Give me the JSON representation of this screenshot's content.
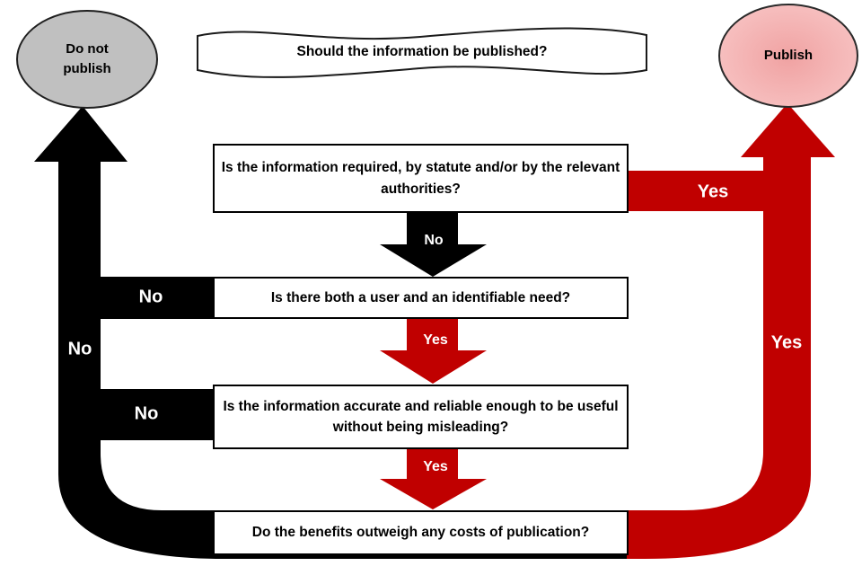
{
  "banner": {
    "title": "Should the information be published?"
  },
  "terminals": {
    "do_not_publish": {
      "label": "Do not publish"
    },
    "publish": {
      "label": "Publish"
    }
  },
  "questions": {
    "q1": "Is the information required, by statute and/or by the relevant authorities?",
    "q2": "Is there both a user and an identifiable need?",
    "q3": "Is the information accurate and reliable enough to be useful without being misleading?",
    "q4": "Do the benefits outweigh any costs of publication?"
  },
  "labels": {
    "q1_yes": "Yes",
    "q1_no": "No",
    "q2_yes": "Yes",
    "q2_no": "No",
    "q3_yes": "Yes",
    "q3_no": "No",
    "q4_yes": "Yes",
    "q4_no": "No"
  },
  "colors": {
    "yes_red": "#c00000",
    "no_black": "#000000",
    "do_not_publish_fill": "#c0c0c0",
    "publish_fill": "#f2abab",
    "box_border": "#000000",
    "banner_stroke": "#1a1a1a"
  }
}
